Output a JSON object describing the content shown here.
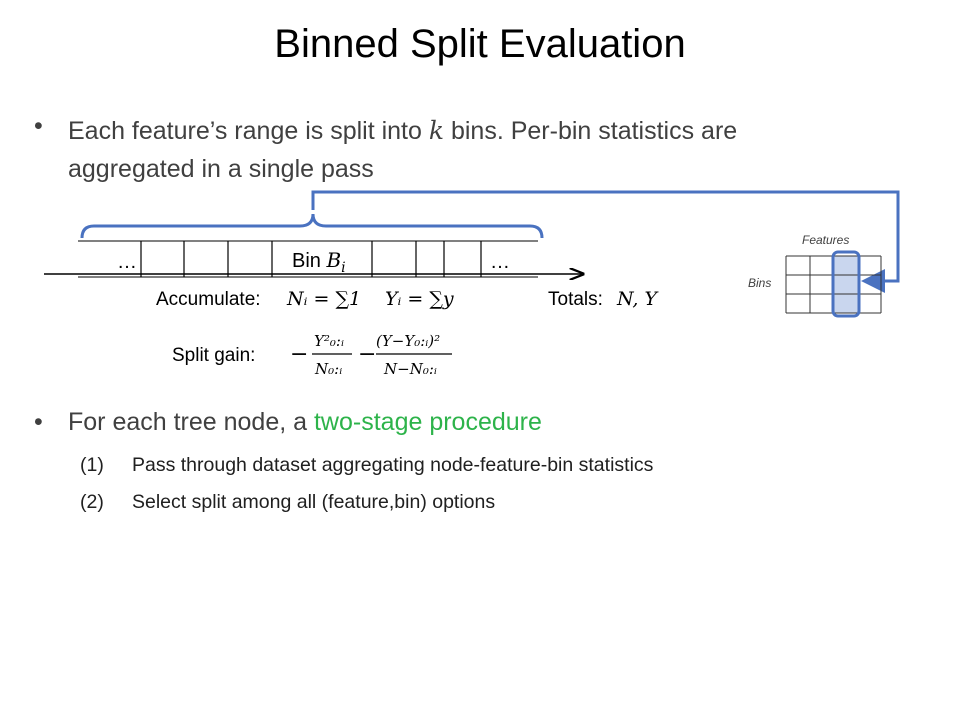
{
  "slide": {
    "title": "Binned Split Evaluation",
    "bullet1": {
      "pre": "Each feature’s range is split into ",
      "k": "k",
      "line1_post": " bins.  Per-bin statistics are",
      "line2": "aggregated in a single pass"
    },
    "bullet2": {
      "pre": "For each tree node, a ",
      "highlight": "two-stage procedure"
    },
    "steps": [
      {
        "num": "(1)",
        "text": "Pass through dataset aggregating node-feature-bin statistics"
      },
      {
        "num": "(2)",
        "text": "Select split among all (feature,bin) options"
      }
    ]
  },
  "diagram": {
    "ellipsis_left": "…",
    "ellipsis_right": "…",
    "bin_label": "Bin",
    "bin_symbol": "B",
    "bin_sub": "i",
    "accumulate_label": "Accumulate:",
    "accumulate_expr1": "Nᵢ = ∑1",
    "accumulate_expr2": "Yᵢ = ∑y",
    "totals_label": "Totals:",
    "totals_expr": "N, Y",
    "split_gain_label": "Split gain:",
    "gain_minus1": "−",
    "gain_num1": "Y²₀:ᵢ",
    "gain_den1": "N₀:ᵢ",
    "gain_minus2": "−",
    "gain_num2": "(Y−Y₀:ᵢ)²",
    "gain_den2": "N−N₀:ᵢ",
    "grid_features_label": "Features",
    "grid_bins_label": "Bins",
    "highlight_fill": "#c9d6ee",
    "accent_color": "#4a72c0"
  }
}
